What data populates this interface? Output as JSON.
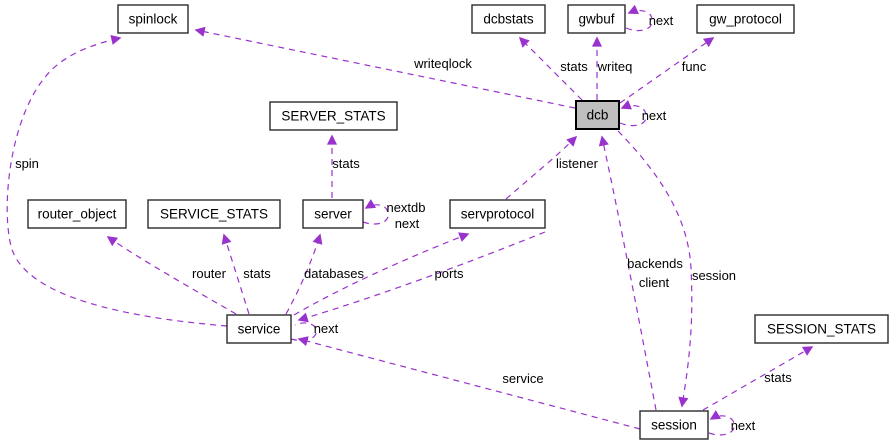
{
  "diagram": {
    "type": "collaboration-graph",
    "colors": {
      "edge": "#9a32cd",
      "node_border": "#2a2a2a",
      "node_fill": "#ffffff",
      "focus_node_fill": "#bfbfbf",
      "text": "#000000",
      "background": "#ffffff"
    },
    "nodes": {
      "spinlock": {
        "label": "spinlock"
      },
      "dcbstats": {
        "label": "dcbstats"
      },
      "gwbuf": {
        "label": "gwbuf"
      },
      "gw_protocol": {
        "label": "gw_protocol"
      },
      "server_stats": {
        "label": "SERVER_STATS"
      },
      "dcb": {
        "label": "dcb"
      },
      "router_object": {
        "label": "router_object"
      },
      "service_stats": {
        "label": "SERVICE_STATS"
      },
      "server": {
        "label": "server"
      },
      "servprotocol": {
        "label": "servprotocol"
      },
      "service": {
        "label": "service"
      },
      "session_stats": {
        "label": "SESSION_STATS"
      },
      "session": {
        "label": "session"
      }
    },
    "edge_labels": {
      "writeqlock": "writeqlock",
      "spin": "spin",
      "dcb_stats": "stats",
      "writeq": "writeq",
      "func": "func",
      "gwbuf_next": "next",
      "dcb_next": "next",
      "listener": "listener",
      "backends": "backends",
      "client": "client",
      "dcb_session": "session",
      "router": "router",
      "service_stats": "stats",
      "databases": "databases",
      "ports": "ports",
      "service_next": "next",
      "session_service": "service",
      "session_next": "next",
      "session_stats": "stats",
      "server_nextdb": "nextdb",
      "server_next": "next",
      "server_stats": "stats"
    }
  }
}
